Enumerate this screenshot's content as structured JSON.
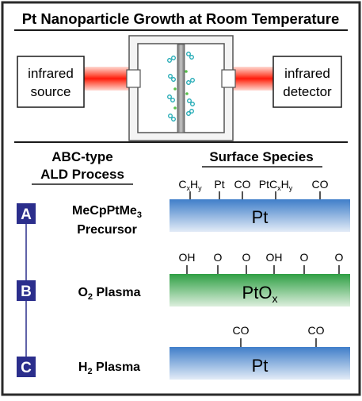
{
  "title": "Pt Nanoparticle Growth at Room Temperature",
  "apparatus": {
    "source_label": [
      "infrared",
      "source"
    ],
    "detector_label": [
      "infrared",
      "detector"
    ]
  },
  "process": {
    "heading": [
      "ABC-type",
      "ALD Process"
    ],
    "steps": [
      {
        "letter": "A",
        "label_main": "MeCpPtMe",
        "label_sub": "3",
        "label_line2": "Precursor"
      },
      {
        "letter": "B",
        "label_pre": "O",
        "label_pre_sub": "2",
        "label_main": " Plasma"
      },
      {
        "letter": "C",
        "label_pre": "H",
        "label_pre_sub": "2",
        "label_main": " Plasma"
      }
    ]
  },
  "surface": {
    "heading": "Surface Species",
    "slabs": [
      {
        "label": "Pt",
        "label_sub": "",
        "species": [
          "CxHy",
          "Pt",
          "CO",
          "PtCxHy",
          "CO"
        ]
      },
      {
        "label": "PtO",
        "label_sub": "x",
        "species": [
          "OH",
          "O",
          "O",
          "OH",
          "O",
          "O"
        ]
      },
      {
        "label": "Pt",
        "label_sub": "",
        "species": [
          "CO",
          "CO"
        ]
      }
    ]
  },
  "colors": {
    "frame": "#2a2a2a",
    "accent_blue": "#2b2e8c",
    "pt_slab_top": "#3f7ec9",
    "pt_slab_bottom": "#dfe9f5",
    "ptox_slab_top": "#34a84a",
    "ptox_slab_bottom": "#d7eed9",
    "beam_core": "#ff2a1a",
    "beam_edge": "#ffd0c8"
  }
}
